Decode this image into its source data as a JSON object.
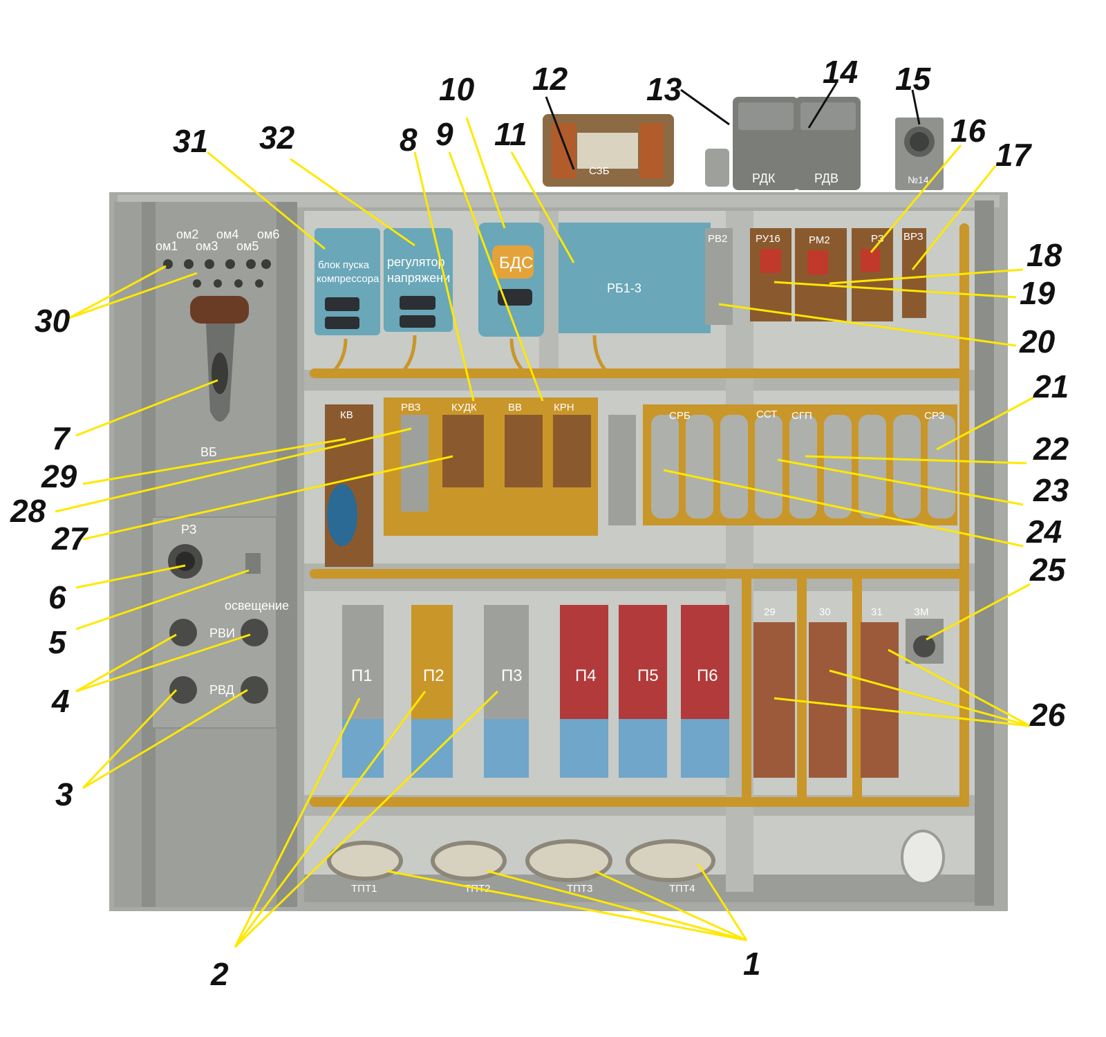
{
  "colors": {
    "frame": "#a7aaa5",
    "frame_dark": "#7f827d",
    "pipe": "#c9962a",
    "block_blue": "#6aa7b8",
    "panel_brown": "#8a5a2e",
    "leader_line": "#ffe800",
    "number_text": "#111111"
  },
  "callouts": [
    "1",
    "2",
    "3",
    "4",
    "5",
    "6",
    "7",
    "8",
    "9",
    "10",
    "11",
    "12",
    "13",
    "14",
    "15",
    "16",
    "17",
    "18",
    "19",
    "20",
    "21",
    "22",
    "23",
    "24",
    "25",
    "26",
    "27",
    "28",
    "29",
    "30",
    "31",
    "32"
  ],
  "left_panel": {
    "om_top": [
      "ом2",
      "ом4",
      "ом6"
    ],
    "om_bottom": [
      "ом1",
      "ом3",
      "ом5"
    ],
    "vb": "ВБ",
    "rz": "РЗ",
    "lighting": "освещение",
    "rvi": "РВИ",
    "rvd": "РВД"
  },
  "top_blocks": {
    "compressor_start": [
      "блок пуска",
      "компрессора"
    ],
    "voltage_regulator": [
      "регулятор",
      "напряжени"
    ],
    "bds": "БДС",
    "rb": "РБ1-3"
  },
  "roof": {
    "szb": "СЗБ",
    "rdk": "РДК",
    "rdv": "РДВ",
    "conn": "№14"
  },
  "relays_top_right": [
    "РВ2",
    "РУ16",
    "РМ2",
    "РЗ",
    "ВРЗ"
  ],
  "middle_devices": [
    "КВ",
    "РВЗ",
    "КУДК",
    "ВВ",
    "КРН"
  ],
  "resistors": [
    "СРБ",
    "ССТ",
    "СГП",
    "СРЗ"
  ],
  "contactors": [
    "П1",
    "П2",
    "П3",
    "П4",
    "П5",
    "П6"
  ],
  "terminals": [
    "29",
    "30",
    "31",
    "ЗМ"
  ],
  "current_transformers": [
    "ТПТ1",
    "ТПТ2",
    "ТПТ3",
    "ТПТ4"
  ]
}
